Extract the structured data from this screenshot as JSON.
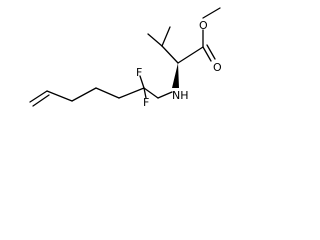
{
  "molecule": {
    "atoms": {
      "methoxy_o": "O",
      "carbonyl_o": "O",
      "fluorine_1": "F",
      "fluorine_2": "F",
      "amine": "NH"
    },
    "colors": {
      "bond": "#000000",
      "label": "#000000",
      "background": "#ffffff"
    }
  }
}
